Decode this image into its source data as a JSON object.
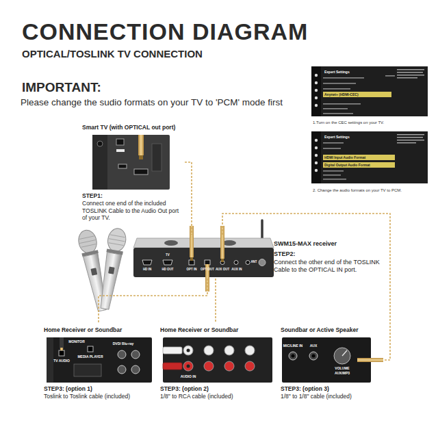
{
  "diagram": {
    "title": "CONNECTION DIAGRAM",
    "nodes": [
      {
        "text": [
          "Expert Settings",
          "Anynet+ (HDMI-CEC)"
        ]
      },
      {
        "text": [
          "Expert Settings",
          "HDMI Input Audio Format",
          "Digital Output Audio Format"
        ]
      },
      {
        "text": [
          "Smart TV (with OPTICAL out port)",
          "STEP1:",
          "Connect one end of the included TOSLINK Cable to the Audio Out port of your TV."
        ]
      },
      {
        "text": [
          "SWM15-MAX receiver",
          "STEP2:",
          "Connect the other end of the TOSLINK Cable to the OPTICAL IN port."
        ]
      },
      {
        "text": [
          "Home Receiver or Soundbar",
          "STEP3: (option 1)",
          "Toslink to Toslink cable (included)"
        ]
      },
      {
        "text": [
          "Home Receiver or Soundbar",
          "STEP3: (option 2)",
          "1/8\" to RCA cable (included)"
        ]
      },
      {
        "text": [
          "Soundbar or Active Speaker",
          "STEP3: (option 3)",
          "1/8\" to 1/8\" cable (included)"
        ]
      }
    ],
    "edges": [
      {
        "from": 2,
        "to": 3,
        "arrow": "none"
      },
      {
        "from": 3,
        "to": 4,
        "arrow": "none"
      },
      {
        "from": 3,
        "to": 5,
        "arrow": "none"
      },
      {
        "from": 3,
        "to": 6,
        "arrow": "none"
      }
    ],
    "labels": [
      "OPTICAL/TOSLINK TV CONNECTION",
      "IMPORTANT:",
      "Please change the sudio formats on your TV to 'PCM' mode first",
      "1.Turn on the CEC settings on your TV.",
      "2. Change the audio formats on your TV to PCM.",
      "HD IN",
      "TV",
      "HD OUT",
      "OPT IN",
      "OPT OUT",
      "AUX OUT",
      "AUX IN",
      "ANT",
      "TV AUDIO",
      "MEDIA PLAYER",
      "DVD/ Blu-ray",
      "MONITOR",
      "AUDIO IN",
      "MIC/LINE IN",
      "AUX",
      "VOLUME",
      "AUX/MP3"
    ]
  }
}
